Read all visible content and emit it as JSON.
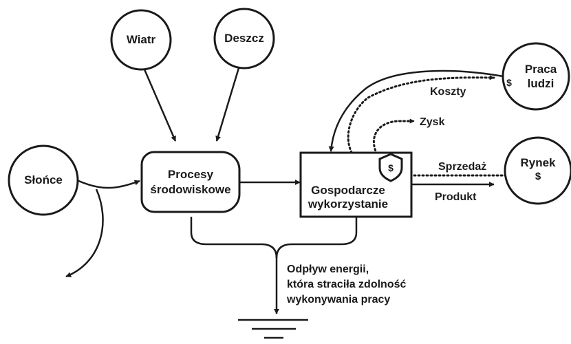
{
  "nodes": {
    "wiatr": "Wiatr",
    "deszcz": "Deszcz",
    "slonce": "Słońce",
    "procesy_line1": "Procesy",
    "procesy_line2": "środowiskowe",
    "gosp_line1": "Gospodarcze",
    "gosp_line2": "wykorzystanie",
    "praca_line1": "Praca",
    "praca_line2": "ludzi",
    "rynek": "Rynek"
  },
  "symbols": {
    "dollar": "$",
    "money_icon": "shield-dollar-icon"
  },
  "flows": {
    "koszty": "Koszty",
    "zysk": "Zysk",
    "sprzedaz": "Sprzedaż",
    "produkt": "Produkt"
  },
  "sink_text": {
    "line1": "Odpływ energii,",
    "line2": "która straciła zdolność",
    "line3": "wykonywania pracy"
  },
  "colors": {
    "ink": "#1a1a1a",
    "background": "#ffffff"
  }
}
